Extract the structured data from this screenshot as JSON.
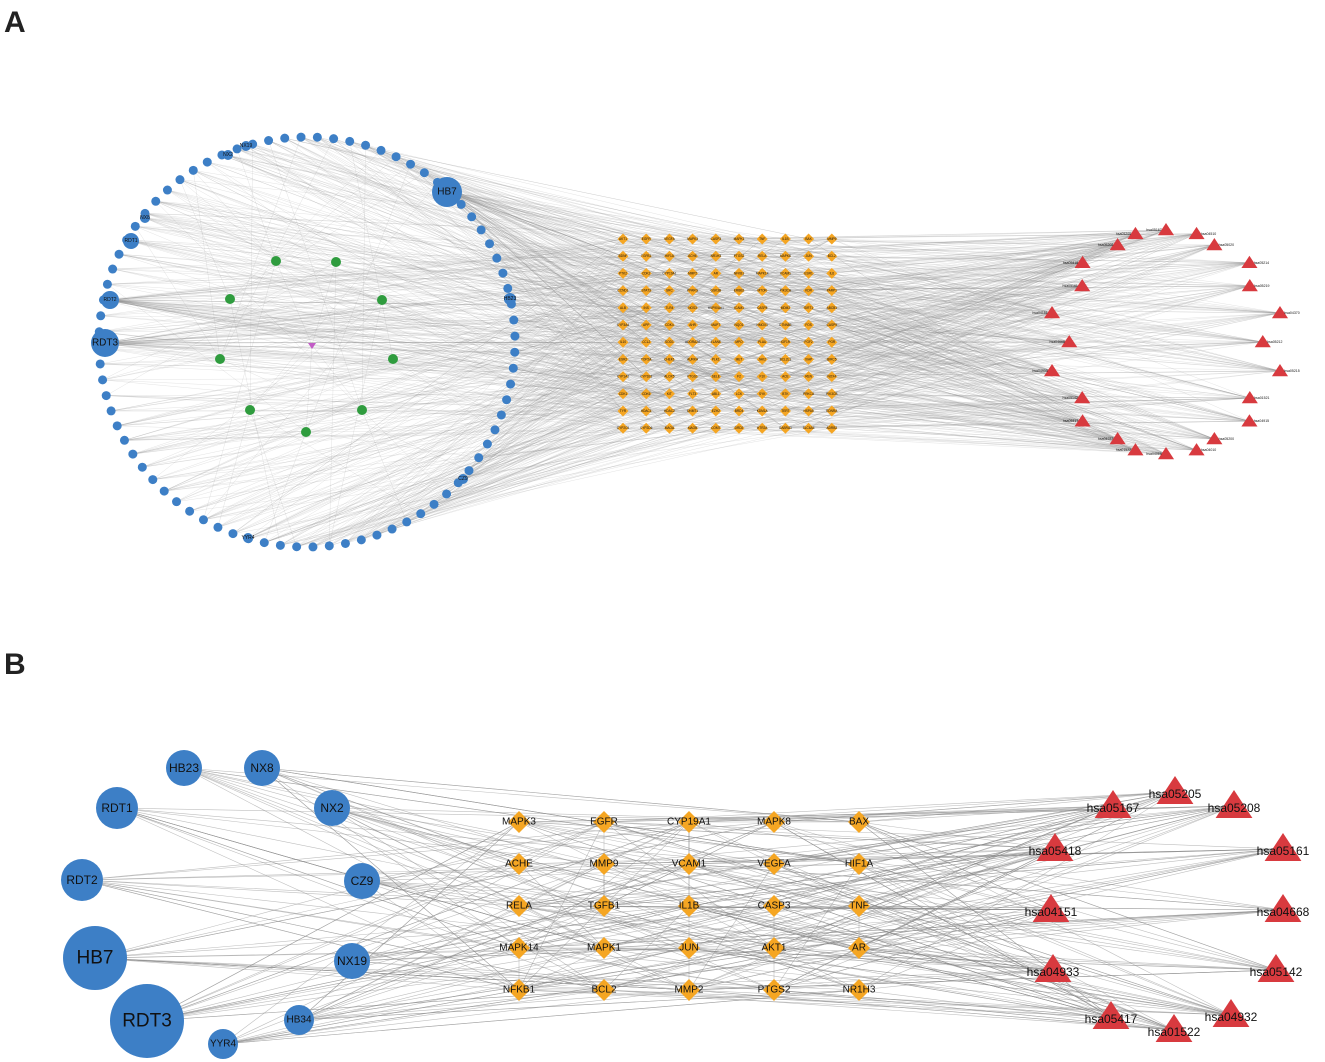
{
  "panels": {
    "a": {
      "label": "A",
      "compound_nodes": {
        "big": [
          "HB7",
          "RDT3"
        ],
        "medium": [
          "RDT2",
          "RDT1",
          "HB23"
        ],
        "labeled": [
          "NX8",
          "NX2",
          "NX19",
          "CZ9",
          "YYR4",
          "HB34"
        ]
      },
      "target_rows": [
        [
          "AKT1",
          "EGFR",
          "VEGFA",
          "MAPK3",
          "CASP3",
          "MAPK1",
          "TNF",
          "IL1B",
          "BAX",
          "MMP9"
        ],
        [
          "BDNF",
          "TGFB1",
          "HIF1A",
          "ACHE",
          "NR1H3",
          "PTGS2",
          "RELA",
          "MAPK8",
          "JUN",
          "BCL2"
        ],
        [
          "PTK2",
          "CDK2",
          "CYP19A1",
          "MMP2",
          "AR",
          "NFKB1",
          "MAPK14",
          "VCAM1",
          "ESR1",
          "IL6"
        ],
        [
          "CCND1",
          "STAT3",
          "SRC",
          "PPARG",
          "GSK3B",
          "ERBB2",
          "MTOR",
          "PIK3CA",
          "KDR",
          "PARP1"
        ],
        [
          "ALB",
          "INS",
          "TLR4",
          "NOS3",
          "HSP90AA1",
          "ICAM1",
          "CASP8",
          "MDM2",
          "SIRT1",
          "ABCB1"
        ],
        [
          "CYP3A4",
          "APP",
          "CDK4",
          "AHR",
          "MAPT",
          "NQO1",
          "HMOX1",
          "CTNNB1",
          "FOS",
          "CASP9"
        ],
        [
          "IL10",
          "CCL2",
          "SOD1",
          "ADORA2A",
          "ELANE",
          "MPO",
          "PLAU",
          "IGF1R",
          "FGF2",
          "PGR"
        ],
        [
          "ESR2",
          "TOP2A",
          "CHEK1",
          "AURKA",
          "PLK1",
          "MET",
          "JAK2",
          "BCL2L1",
          "XIAP",
          "BIRC5"
        ],
        [
          "CYP1A1",
          "CYP1B1",
          "ALOX5",
          "PTGS1",
          "SELE",
          "F2",
          "F10",
          "ACE",
          "REN",
          "NOX4"
        ],
        [
          "CDK1",
          "CDK6",
          "KIT",
          "FLT3",
          "ABL1",
          "LCK",
          "SYK",
          "BTK",
          "PRKCA",
          "PIK3CB"
        ],
        [
          "TYR",
          "HDAC1",
          "HDAC2",
          "DNMT1",
          "EZH2",
          "BRD4",
          "KDM1A",
          "TERT",
          "HSPA5",
          "EDNRA"
        ],
        [
          "CYP2C9",
          "CYP2D6",
          "MAOA",
          "MAOB",
          "COMT",
          "DRD2",
          "HTR2A",
          "GABRA1",
          "SLC6A4",
          "ADRB2"
        ]
      ],
      "pathways": [
        "hsa05167",
        "hsa05205",
        "hsa05208",
        "hsa05418",
        "hsa05161",
        "hsa04151",
        "hsa04668",
        "hsa04933",
        "hsa05142",
        "hsa05417",
        "hsa04932",
        "hsa01522",
        "hsa04066",
        "hsa04010",
        "hsa05200",
        "hsa04915",
        "hsa01521",
        "hsa05215",
        "hsa05212",
        "hsa04370",
        "hsa05219",
        "hsa05214",
        "hsa05020",
        "hsa04510"
      ]
    },
    "b": {
      "label": "B",
      "compounds": [
        {
          "label": "HB23",
          "size": "s"
        },
        {
          "label": "NX8",
          "size": "s"
        },
        {
          "label": "RDT1",
          "size": "m"
        },
        {
          "label": "NX2",
          "size": "s"
        },
        {
          "label": "RDT2",
          "size": "m"
        },
        {
          "label": "CZ9",
          "size": "s"
        },
        {
          "label": "HB7",
          "size": "xl"
        },
        {
          "label": "NX19",
          "size": "s"
        },
        {
          "label": "RDT3",
          "size": "xxl"
        },
        {
          "label": "HB34",
          "size": "xs"
        },
        {
          "label": "YYR4",
          "size": "xs"
        }
      ],
      "targets": [
        [
          "MAPK3",
          "EGFR",
          "CYP19A1",
          "MAPK8",
          "BAX"
        ],
        [
          "ACHE",
          "MMP9",
          "VCAM1",
          "VEGFA",
          "HIF1A"
        ],
        [
          "RELA",
          "TGFB1",
          "IL1B",
          "CASP3",
          "TNF"
        ],
        [
          "MAPK14",
          "MAPK1",
          "JUN",
          "AKT1",
          "AR"
        ],
        [
          "NFKB1",
          "BCL2",
          "MMP2",
          "PTGS2",
          "NR1H3"
        ]
      ],
      "pathways": [
        "hsa05205",
        "hsa05167",
        "hsa05208",
        "hsa05418",
        "hsa05161",
        "hsa04151",
        "hsa04668",
        "hsa04933",
        "hsa05142",
        "hsa05417",
        "hsa04932",
        "hsa01522"
      ]
    }
  },
  "colors": {
    "compound": "#3d7fc6",
    "ingredient": "#2f9c3e",
    "target": "#f5a623",
    "pathway": "#d83a3f",
    "hub": "#c25bc6",
    "edge": "#8a8a8a"
  }
}
